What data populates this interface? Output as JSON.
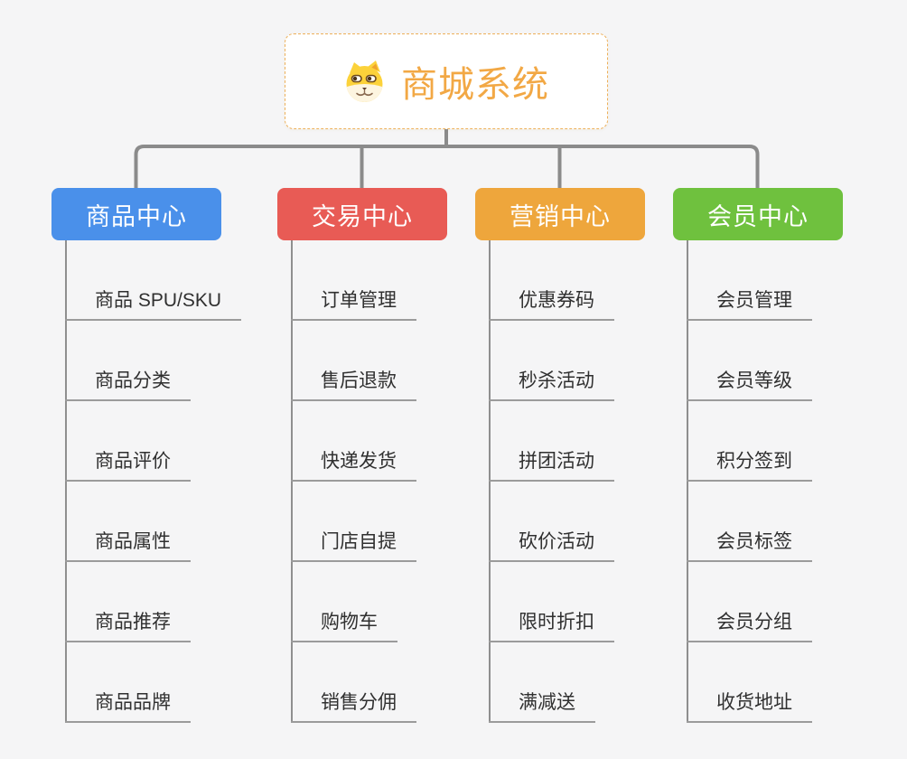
{
  "page": {
    "background_color": "#f5f5f6"
  },
  "root": {
    "title": "商城系统",
    "icon": "dog-face-icon",
    "text_color": "#f2a845",
    "border_color": "#edb05a"
  },
  "connector_color": "#8b8b8b",
  "branches": [
    {
      "label": "商品中心",
      "color": "#4a90ea",
      "children": [
        "商品 SPU/SKU",
        "商品分类",
        "商品评价",
        "商品属性",
        "商品推荐",
        "商品品牌"
      ]
    },
    {
      "label": "交易中心",
      "color": "#e85b55",
      "children": [
        "订单管理",
        "售后退款",
        "快递发货",
        "门店自提",
        "购物车",
        "销售分佣"
      ]
    },
    {
      "label": "营销中心",
      "color": "#eea63c",
      "children": [
        "优惠券码",
        "秒杀活动",
        "拼团活动",
        "砍价活动",
        "限时折扣",
        "满减送"
      ]
    },
    {
      "label": "会员中心",
      "color": "#6fc13e",
      "children": [
        "会员管理",
        "会员等级",
        "积分签到",
        "会员标签",
        "会员分组",
        "收货地址"
      ]
    }
  ]
}
